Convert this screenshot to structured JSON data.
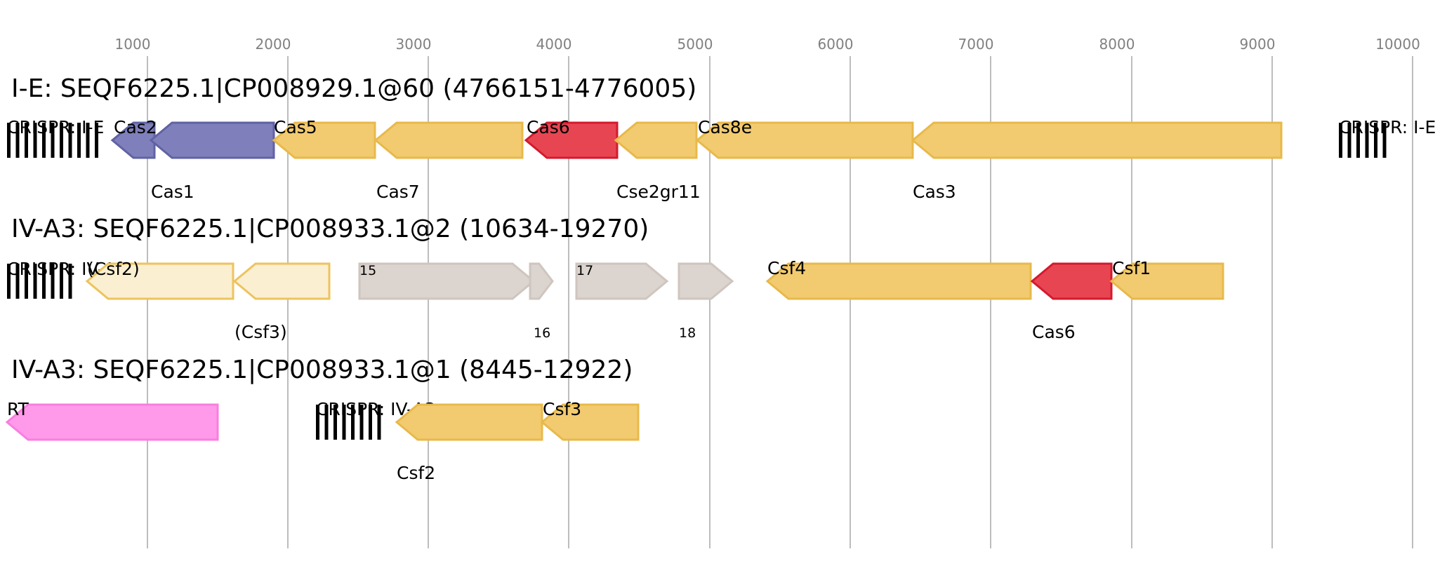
{
  "axis": {
    "ticks": [
      "1000",
      "2000",
      "3000",
      "4000",
      "5000",
      "6000",
      "7000",
      "8000",
      "9000",
      "10000"
    ]
  },
  "colors": {
    "adaptation": "#7f7fbb",
    "adaptation_stroke": "#5f62a3",
    "effector": "#f2cb70",
    "effector_stroke": "#e8b94a",
    "effector_faded": "#fbefd2",
    "effector_faded_stroke": "#edc35c",
    "nuclease": "#e84553",
    "nuclease_stroke": "#d41a2c",
    "unknown": "#dcd4cf",
    "unknown_stroke": "#cfc5bf",
    "rt": "#ff99e9",
    "rt_stroke": "#f77fdf",
    "crispr": "#000000"
  },
  "loci": [
    {
      "title": "I-E: SEQF6225.1|CP008929.1@60 (4766151-4776005)",
      "crisprs": [
        {
          "label": "CRISPR: I-E"
        },
        {
          "label": "CRISPR: I-E"
        }
      ],
      "genes": [
        {
          "label": "Cas2"
        },
        {
          "label": "Cas1"
        },
        {
          "label": "Cas5"
        },
        {
          "label": "Cas7"
        },
        {
          "label": "Cas6"
        },
        {
          "label": "Cse2gr11"
        },
        {
          "label": "Cas8e"
        },
        {
          "label": "Cas3"
        }
      ]
    },
    {
      "title": "IV-A3: SEQF6225.1|CP008933.1@2 (10634-19270)",
      "crisprs": [
        {
          "label": "CRISPR: IV-A3"
        }
      ],
      "genes": [
        {
          "label": "(Csf2)"
        },
        {
          "label": "(Csf3)"
        },
        {
          "label": "15"
        },
        {
          "label": "16"
        },
        {
          "label": "17"
        },
        {
          "label": "18"
        },
        {
          "label": "Csf4"
        },
        {
          "label": "Cas6"
        },
        {
          "label": "Csf1"
        }
      ]
    },
    {
      "title": "IV-A3: SEQF6225.1|CP008933.1@1 (8445-12922)",
      "crisprs": [
        {
          "label": "CRISPR: IV-A3"
        }
      ],
      "genes": [
        {
          "label": "RT"
        },
        {
          "label": "Csf2"
        },
        {
          "label": "Csf3"
        }
      ]
    }
  ]
}
